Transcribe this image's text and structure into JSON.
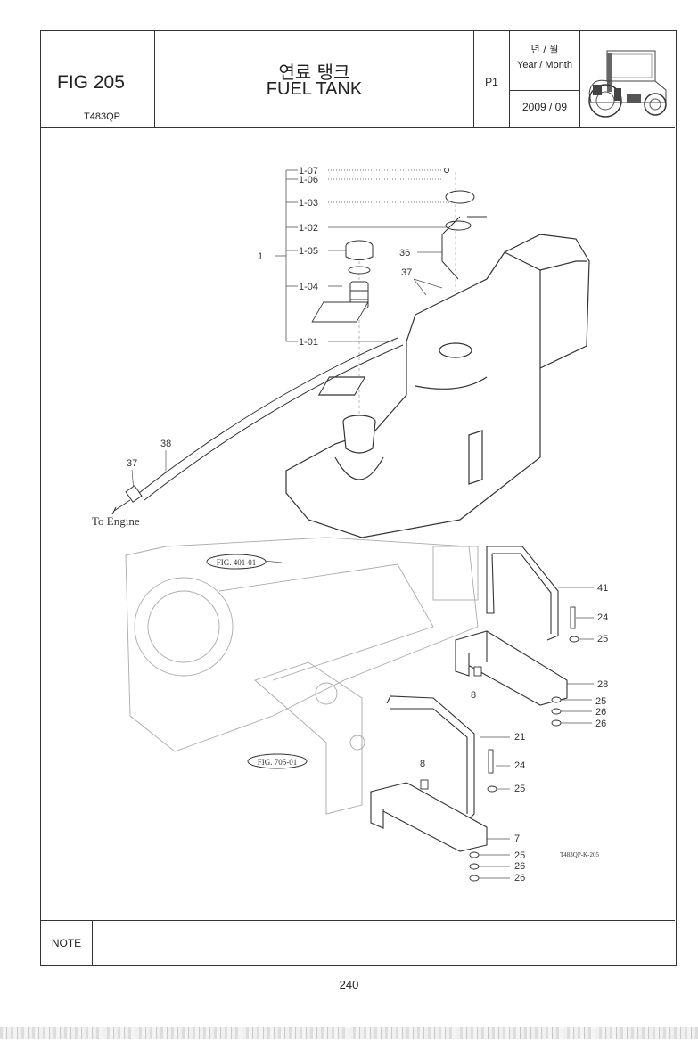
{
  "header": {
    "fig_number": "FIG 205",
    "model": "T483QP",
    "title_ko": "연료 탱크",
    "title_en": "FUEL TANK",
    "page_code": "P1",
    "year_month_ko": "년 / 월",
    "year_month_en": "Year / Month",
    "year_month_value": "2009  / 09",
    "icon": "tractor-icon"
  },
  "diagram": {
    "callouts": [
      "1-07",
      "1-06",
      "1-03",
      "1-02",
      "1-05",
      "1-04",
      "1-01",
      "1",
      "36",
      "37",
      "38",
      "37",
      "41",
      "24",
      "25",
      "28",
      "25",
      "26",
      "26",
      "21",
      "24",
      "25",
      "8",
      "8",
      "7",
      "25",
      "26",
      "26"
    ],
    "to_engine": "To Engine",
    "fig_ref_1": "FIG. 401-01",
    "fig_ref_2": "FIG. 705-01",
    "drawing_code": "T483QP-K-205"
  },
  "footer": {
    "note_label": "NOTE",
    "note_text": "",
    "page_number": "240"
  }
}
